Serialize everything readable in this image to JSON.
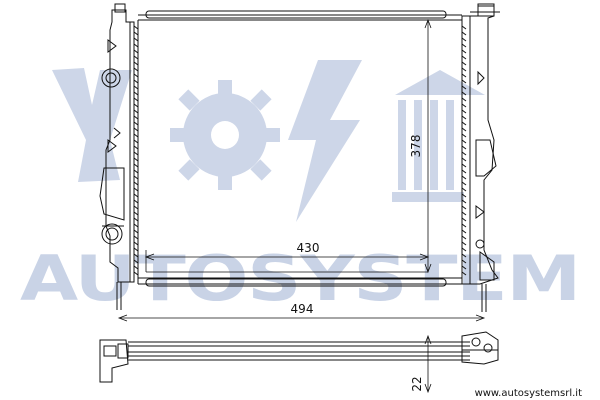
{
  "watermark": {
    "brand": "AUTOSYSTEM",
    "website": "www.autosystemsrl.it",
    "color": "#c9d3e6"
  },
  "dimensions": {
    "core_width": "430",
    "core_height": "378",
    "overall_width": "494",
    "thickness": "22"
  },
  "colors": {
    "line": "#111111",
    "background": "#ffffff"
  }
}
